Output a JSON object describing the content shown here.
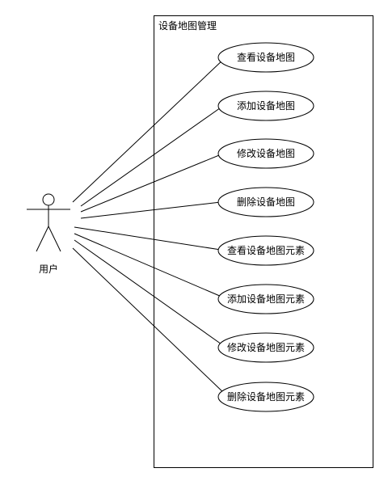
{
  "system": {
    "title": "设备地图管理"
  },
  "actor": {
    "label": "用户"
  },
  "use_cases": [
    {
      "label": "查看设备地图"
    },
    {
      "label": "添加设备地图"
    },
    {
      "label": "修改设备地图"
    },
    {
      "label": "删除设备地图"
    },
    {
      "label": "查看设备地图元素"
    },
    {
      "label": "添加设备地图元素"
    },
    {
      "label": "修改设备地图元素"
    },
    {
      "label": "删除设备地图元素"
    }
  ]
}
